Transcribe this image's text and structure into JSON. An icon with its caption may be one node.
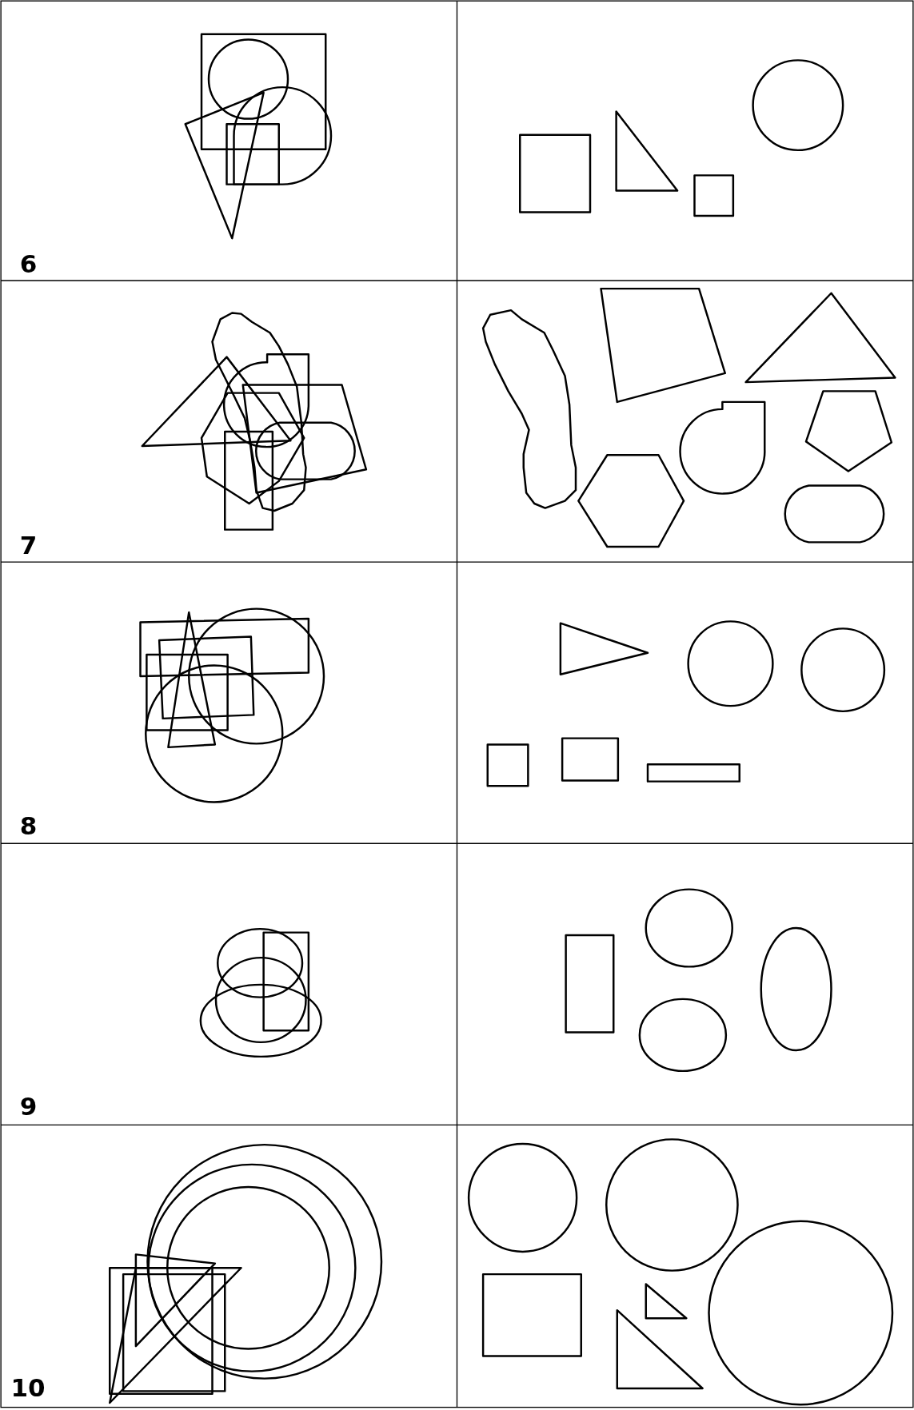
{
  "diagram": {
    "labels": [
      "6",
      "7",
      "8",
      "9",
      "10"
    ]
  }
}
